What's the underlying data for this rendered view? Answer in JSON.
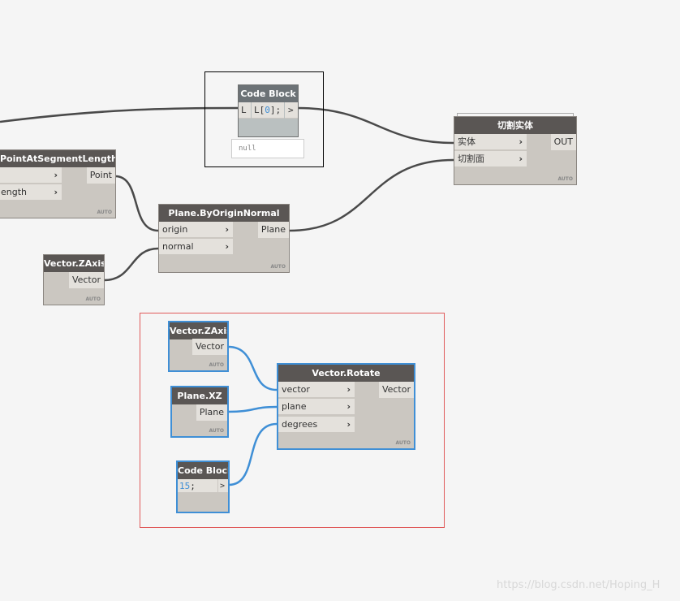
{
  "nodes": {
    "code_block_top": {
      "title": "Code Block",
      "port_in": "L",
      "code": "L[",
      "index": "0",
      "code_end": "];",
      "port_out": ">",
      "preview": "null"
    },
    "cut_solid": {
      "title": "切割实体",
      "inputs": [
        "实体",
        "切割面"
      ],
      "output": "OUT",
      "lacing": "AUTO"
    },
    "point_at_segment": {
      "title": "PointAtSegmentLength",
      "inputs": [
        "",
        "ength"
      ],
      "output": "Point",
      "lacing": "AUTO"
    },
    "plane_by_origin_normal": {
      "title": "Plane.ByOriginNormal",
      "inputs": [
        "origin",
        "normal"
      ],
      "output": "Plane",
      "lacing": "AUTO"
    },
    "vector_zaxis_top": {
      "title": "Vector.ZAxis",
      "output": "Vector",
      "lacing": "AUTO"
    },
    "vector_zaxis_group": {
      "title": "Vector.ZAxis",
      "output": "Vector",
      "lacing": "AUTO"
    },
    "plane_xz": {
      "title": "Plane.XZ",
      "output": "Plane",
      "lacing": "AUTO"
    },
    "code_block_group": {
      "title": "Code Block",
      "code": "15",
      "code_end": ";",
      "port_out": ">"
    },
    "vector_rotate": {
      "title": "Vector.Rotate",
      "inputs": [
        "vector",
        "plane",
        "degrees"
      ],
      "output": "Vector",
      "lacing": "AUTO"
    }
  },
  "watermark": "https://blog.csdn.net/Hoping_H",
  "colors": {
    "wire": "#4a4a4a",
    "selected_wire": "#3f8fd6",
    "group_border": "#e05a5a"
  }
}
